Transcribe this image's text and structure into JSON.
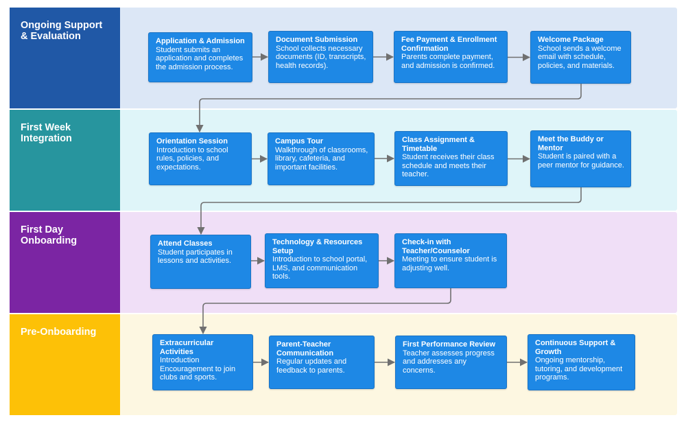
{
  "colors": {
    "node_fill": "#1e88e5",
    "arrow": "#707070"
  },
  "lanes": [
    {
      "id": "lane-1",
      "label": [
        "Ongoing Support",
        "& Evaluation"
      ],
      "band": "#dce7f6",
      "label_bg": "#2058a6"
    },
    {
      "id": "lane-2",
      "label": [
        "First Week",
        "Integration"
      ],
      "band": "#dff5f9",
      "label_bg": "#27959e"
    },
    {
      "id": "lane-3",
      "label": [
        "First Day",
        "Onboarding"
      ],
      "band": "#f0dff7",
      "label_bg": "#7b25a3"
    },
    {
      "id": "lane-4",
      "label": [
        "Pre-Onboarding"
      ],
      "band": "#fdf7e1",
      "label_bg": "#fdc107"
    }
  ],
  "nodes": [
    {
      "id": "n1",
      "lane": 1,
      "title": [
        "Application & Admission"
      ],
      "desc": [
        "Student submits an",
        "application and completes",
        "the admission process."
      ]
    },
    {
      "id": "n2",
      "lane": 1,
      "title": [
        "Document Submission"
      ],
      "desc": [
        "School collects necessary",
        "documents (ID, transcripts,",
        "health records)."
      ]
    },
    {
      "id": "n3",
      "lane": 1,
      "title": [
        "Fee Payment & Enrollment",
        "Confirmation"
      ],
      "desc": [
        "Parents complete payment,",
        "and admission is confirmed."
      ]
    },
    {
      "id": "n4",
      "lane": 1,
      "title": [
        "Welcome Package"
      ],
      "desc": [
        "School sends a welcome",
        "email with schedule,",
        "policies, and materials."
      ]
    },
    {
      "id": "n5",
      "lane": 2,
      "title": [
        "Orientation Session"
      ],
      "desc": [
        "Introduction to school",
        "rules, policies, and",
        "expectations."
      ]
    },
    {
      "id": "n6",
      "lane": 2,
      "title": [
        "Campus Tour"
      ],
      "desc": [
        "Walkthrough of classrooms,",
        "library, cafeteria, and",
        "important facilities."
      ]
    },
    {
      "id": "n7",
      "lane": 2,
      "title": [
        "Class Assignment &",
        "Timetable"
      ],
      "desc": [
        "Student receives their class",
        "schedule and meets their",
        "teacher."
      ]
    },
    {
      "id": "n8",
      "lane": 2,
      "title": [
        "Meet the Buddy or",
        "Mentor"
      ],
      "desc": [
        "Student is paired with a",
        "peer mentor for guidance."
      ]
    },
    {
      "id": "n9",
      "lane": 3,
      "title": [
        "Attend Classes"
      ],
      "desc": [
        "Student participates in",
        "lessons and activities."
      ]
    },
    {
      "id": "n10",
      "lane": 3,
      "title": [
        "Technology & Resources",
        "Setup"
      ],
      "desc": [
        "Introduction to school portal,",
        "LMS, and communication",
        "tools."
      ]
    },
    {
      "id": "n11",
      "lane": 3,
      "title": [
        "Check-in with",
        "Teacher/Counselor"
      ],
      "desc": [
        "Meeting to ensure student is",
        "adjusting well."
      ]
    },
    {
      "id": "n12",
      "lane": 4,
      "title": [
        "Extracurricular",
        "Activities"
      ],
      "desc": [
        "Introduction",
        "Encouragement to join",
        "clubs and sports."
      ]
    },
    {
      "id": "n13",
      "lane": 4,
      "title": [
        "Parent-Teacher",
        "Communication"
      ],
      "desc": [
        "Regular updates and",
        "feedback to parents."
      ]
    },
    {
      "id": "n14",
      "lane": 4,
      "title": [
        "First Performance Review"
      ],
      "desc": [
        "Teacher assesses progress",
        "and addresses any",
        "concerns."
      ]
    },
    {
      "id": "n15",
      "lane": 4,
      "title": [
        "Continuous Support &",
        "Growth"
      ],
      "desc": [
        "Ongoing mentorship,",
        "tutoring, and development",
        "programs."
      ]
    }
  ],
  "edges": [
    [
      "n1",
      "n2"
    ],
    [
      "n2",
      "n3"
    ],
    [
      "n3",
      "n4"
    ],
    [
      "n4",
      "n5"
    ],
    [
      "n5",
      "n6"
    ],
    [
      "n6",
      "n7"
    ],
    [
      "n7",
      "n8"
    ],
    [
      "n8",
      "n9"
    ],
    [
      "n9",
      "n10"
    ],
    [
      "n10",
      "n11"
    ],
    [
      "n11",
      "n12"
    ],
    [
      "n12",
      "n13"
    ],
    [
      "n13",
      "n14"
    ],
    [
      "n14",
      "n15"
    ]
  ]
}
